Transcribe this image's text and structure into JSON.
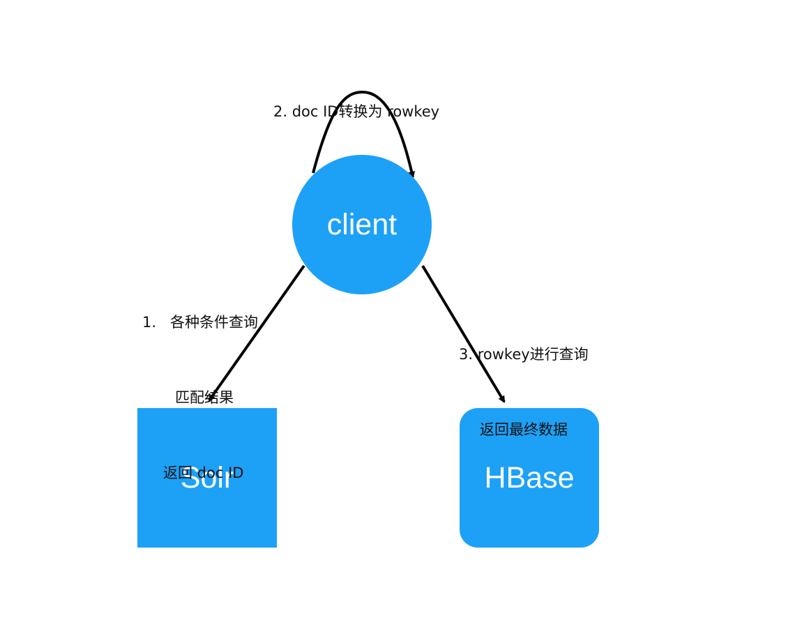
{
  "colors": {
    "node_fill": "#1da1f7",
    "node_text": "#ffffff",
    "edge": "#000000",
    "label_text": "#111111"
  },
  "nodes": {
    "client": {
      "label": "client",
      "shape": "circle"
    },
    "solr": {
      "label": "Solr",
      "shape": "square"
    },
    "hbase": {
      "label": "HBase",
      "shape": "rounded-square"
    }
  },
  "edges": [
    {
      "from": "client",
      "to": "solr",
      "label_lines": [
        "1.   各种条件查询",
        "匹配结果",
        "返回 doc ID"
      ]
    },
    {
      "from": "client",
      "to": "client",
      "label_lines": [
        "2. doc ID转换为 rowkey"
      ]
    },
    {
      "from": "client",
      "to": "hbase",
      "label_lines": [
        "3. rowkey进行查询",
        "返回最终数据"
      ]
    }
  ]
}
